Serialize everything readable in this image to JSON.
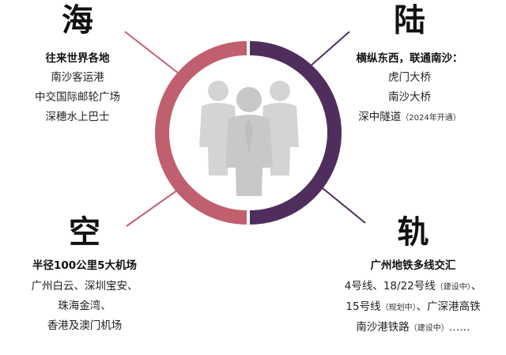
{
  "quadrants": {
    "sea": {
      "title": "海",
      "subtitle": "往来世界各地",
      "lines": [
        "南沙客运港",
        "中交国际邮轮广场",
        "深穗水上巴士"
      ]
    },
    "land": {
      "title": "陆",
      "subtitle": "横纵东西，联通南沙：",
      "lines": [
        "虎门大桥",
        "南沙大桥"
      ],
      "last_line_main": "深中隧道",
      "last_line_note": "（2024年开通）"
    },
    "air": {
      "title": "空",
      "subtitle": "半径100公里5大机场",
      "lines": [
        "广州白云、深圳宝安、",
        "珠海金湾、",
        "香港及澳门机场"
      ]
    },
    "rail": {
      "title": "轨",
      "subtitle": "广州地铁多线交汇",
      "line1_a": "4号线、18/22号线",
      "line1_note": "（建设中）",
      "line1_b": "、",
      "line2_a": "15号线",
      "line2_note": "（规划中）",
      "line2_b": "、广深港高铁",
      "line3_a": "南沙港铁路",
      "line3_note": "（建设中）",
      "line3_b": "……"
    }
  },
  "colors": {
    "ring_left": "#c0606f",
    "ring_right": "#4f2e5e",
    "people_icon": "#d4d4d4",
    "connector_left": "#c0606f",
    "connector_right": "#4f2e5e"
  },
  "center_icon": "group-of-people-icon"
}
